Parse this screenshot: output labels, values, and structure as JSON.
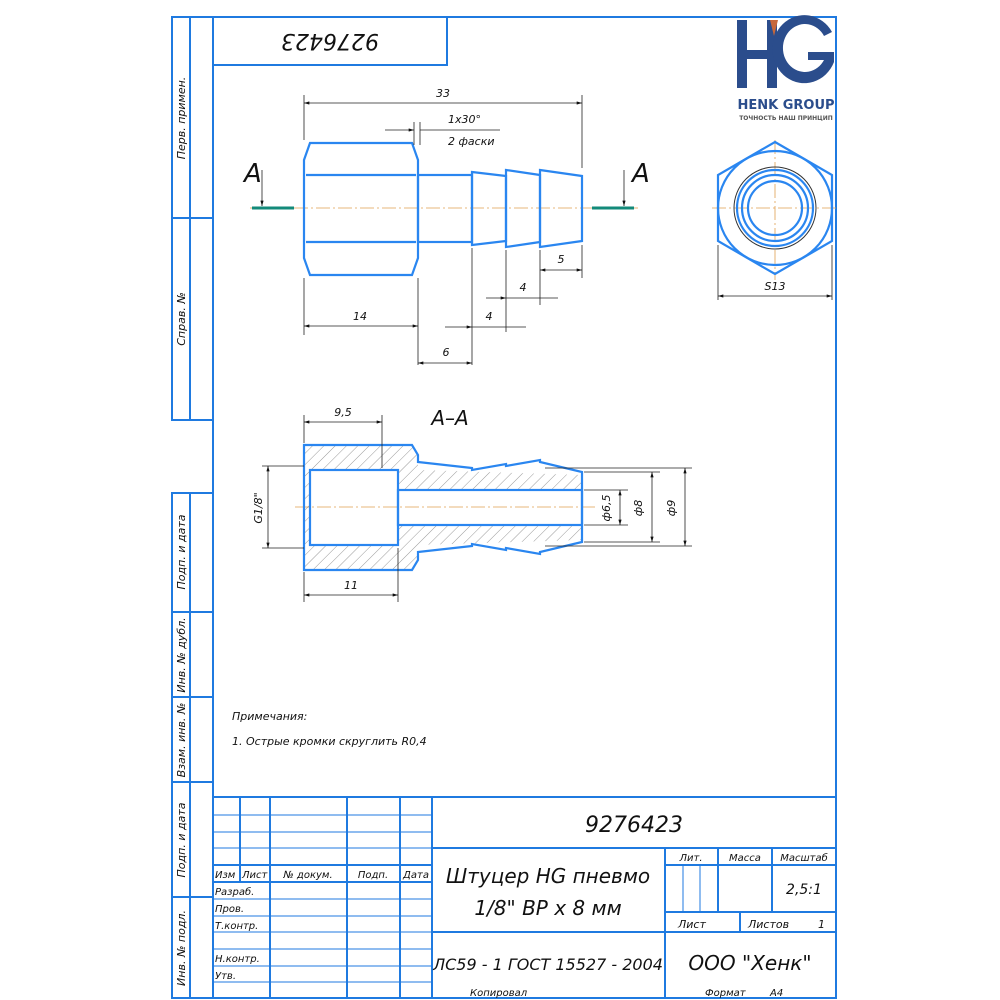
{
  "logo": {
    "mark": "HG",
    "name": "HENK GROUP",
    "slogan": "ТОЧНОСТЬ НАШ ПРИНЦИП",
    "blue": "#2b4d8c",
    "orange": "#c8683a"
  },
  "stamp_code": "9276423",
  "side_labels": [
    "Перв. примен.",
    "Справ. №",
    "Подп. и дата",
    "Инв. № дубл.",
    "Взам. инв. №",
    "Подп. и дата",
    "Инв. № подл."
  ],
  "main_view": {
    "section_letter": "A",
    "dims": {
      "total": "33",
      "chamfer": "1x30°",
      "chamfer_note": "2 фаски",
      "hex_len": "14",
      "neck": "6",
      "barb1": "4",
      "barb2": "4",
      "barb3": "5",
      "hex_size": "S13"
    }
  },
  "section_view": {
    "title": "A–A",
    "dims": {
      "thread_depth": "9,5",
      "thread": "G1/8\"",
      "bore_len": "11",
      "d1": "ф6,5",
      "d2": "ф8",
      "d3": "ф9"
    }
  },
  "notes": {
    "title": "Примечания:",
    "items": [
      "1. Острые кромки скруглить R0,4"
    ]
  },
  "title_block": {
    "code": "9276423",
    "headers": [
      "Изм",
      "Лист",
      "№ докум.",
      "Подп.",
      "Дата"
    ],
    "roles": [
      "Разраб.",
      "Пров.",
      "Т.контр.",
      "Н.контр.",
      "Утв."
    ],
    "name_line1": "Штуцер HG пневмо",
    "name_line2": "1/8\" ВР x 8 мм",
    "lit_label": "Лит.",
    "mass_label": "Масса",
    "scale_label": "Масштаб",
    "scale": "2,5:1",
    "sheet_label": "Лист",
    "sheets_label": "Листов",
    "sheets": "1",
    "material": "ЛС59 - 1 ГОСТ 15527 - 2004",
    "company": "ООО \"Хенк\""
  },
  "footer": {
    "copied": "Копировал",
    "format_label": "Формат",
    "format": "A4"
  }
}
